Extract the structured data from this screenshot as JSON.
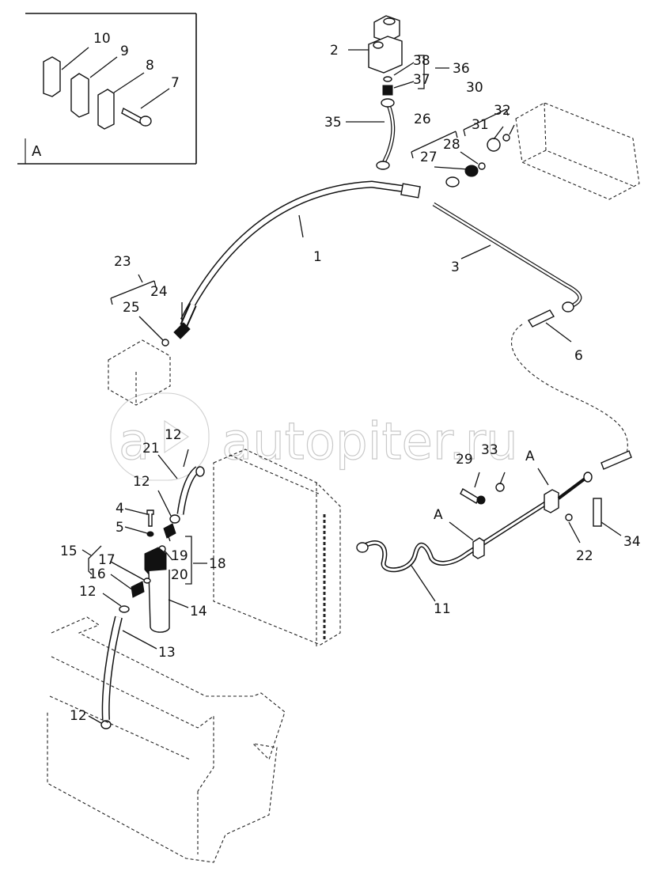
{
  "diagram": {
    "title": "Hydraulic oil cooler and lines assembly (exploded view)",
    "watermark": "autopiter.ru",
    "inset": {
      "label": "A",
      "callouts": [
        "10",
        "9",
        "8",
        "7"
      ]
    },
    "callouts": {
      "c1": "1",
      "c2": "2",
      "c3": "3",
      "c4": "4",
      "c5": "5",
      "c6": "6",
      "c11": "11",
      "c12a": "12",
      "c12b": "12",
      "c12c": "12",
      "c12d": "12",
      "c13": "13",
      "c14": "14",
      "c15": "15",
      "c16": "16",
      "c17": "17",
      "c18": "18",
      "c19": "19",
      "c20": "20",
      "c21": "21",
      "c22": "22",
      "c23": "23",
      "c24": "24",
      "c25": "25",
      "c26": "26",
      "c27": "27",
      "c28": "28",
      "c29": "29",
      "c30": "30",
      "c31": "31",
      "c32": "32",
      "c33": "33",
      "c34": "34",
      "c35": "35",
      "c36": "36",
      "c37": "37",
      "c38": "38",
      "cA1": "A",
      "cA2": "A"
    },
    "components": [
      {
        "id": "1",
        "name": "hose"
      },
      {
        "id": "2",
        "name": "solenoid valve"
      },
      {
        "id": "3",
        "name": "steel tube"
      },
      {
        "id": "6",
        "name": "fitting"
      },
      {
        "id": "11",
        "name": "steel tube"
      },
      {
        "id": "13",
        "name": "hose"
      },
      {
        "id": "14",
        "name": "filter"
      },
      {
        "id": "21",
        "name": "hose"
      },
      {
        "id": "35",
        "name": "tube"
      }
    ]
  }
}
